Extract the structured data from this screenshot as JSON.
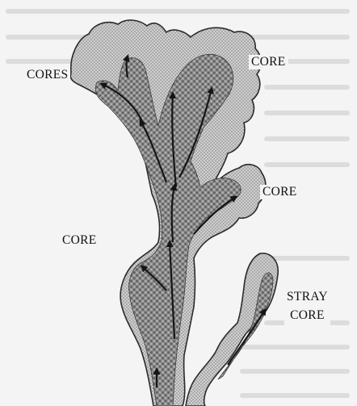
{
  "labels": {
    "cores": "CORES",
    "core_top_right": "CORE",
    "core_mid_right": "CORE",
    "core_left": "CORE",
    "stray_line1": "STRAY",
    "stray_line2": "CORE"
  },
  "colors": {
    "paper": "#f4f4f4",
    "background_text": "#c9c9c9",
    "outer_sheath": "#c2c2c2",
    "core_fill": "#8a8a8a",
    "outline": "#2b2b2b",
    "arrow": "#151515"
  },
  "icons": [
    "arrow-icon"
  ]
}
